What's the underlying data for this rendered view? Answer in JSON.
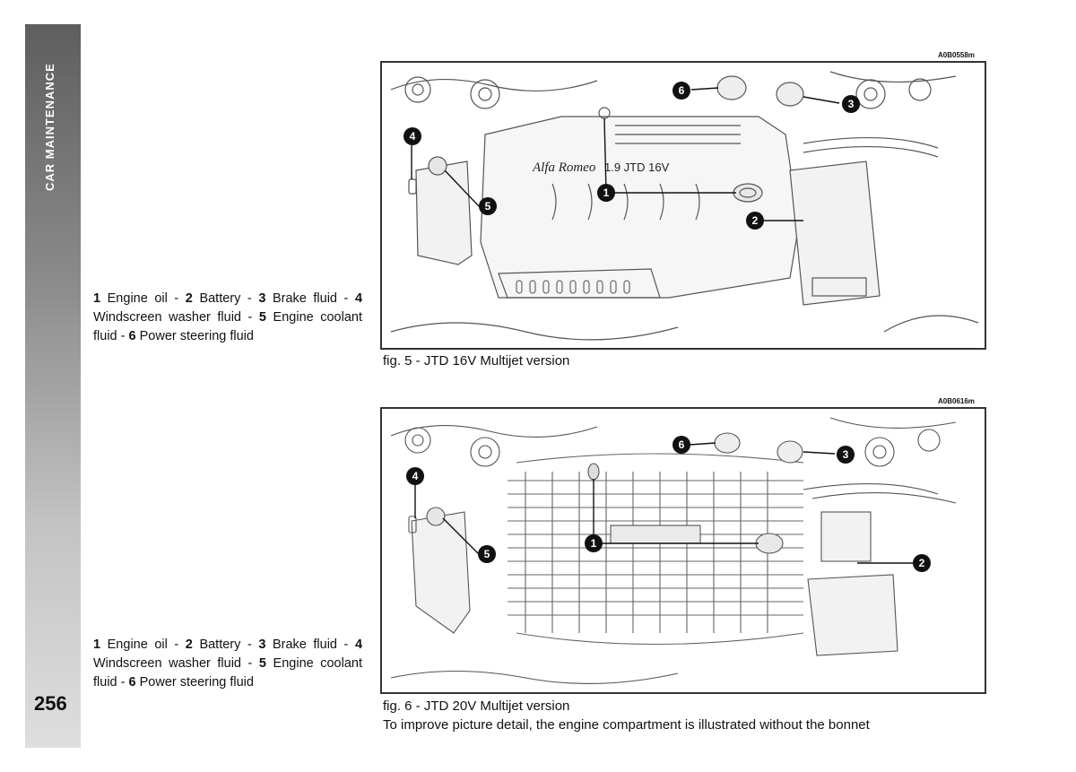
{
  "sidebar": {
    "section_title": "CAR MAINTENANCE"
  },
  "page": {
    "number": "256"
  },
  "figure1": {
    "code": "A0B0558m",
    "caption": "fig. 5 - JTD 16V Multijet version",
    "cover_brand": "Alfa Romeo",
    "cover_model": "1.9  JTD 16V",
    "callouts": [
      "1",
      "2",
      "3",
      "4",
      "5",
      "6"
    ]
  },
  "figure2": {
    "code": "A0B0616m",
    "caption": "fig. 6 - JTD 20V Multijet version",
    "note": "To improve picture detail, the engine compartment is illustrated without the bonnet",
    "callouts": [
      "1",
      "2",
      "3",
      "4",
      "5",
      "6"
    ]
  },
  "legend": {
    "items": [
      {
        "num": "1",
        "text": "Engine oil"
      },
      {
        "num": "2",
        "text": "Battery"
      },
      {
        "num": "3",
        "text": "Brake fluid"
      },
      {
        "num": "4",
        "text": "Windscreen washer fluid"
      },
      {
        "num": "5",
        "text": "Engine coolant fluid"
      },
      {
        "num": "6",
        "text": "Power steering fluid"
      }
    ],
    "separator": " - "
  }
}
